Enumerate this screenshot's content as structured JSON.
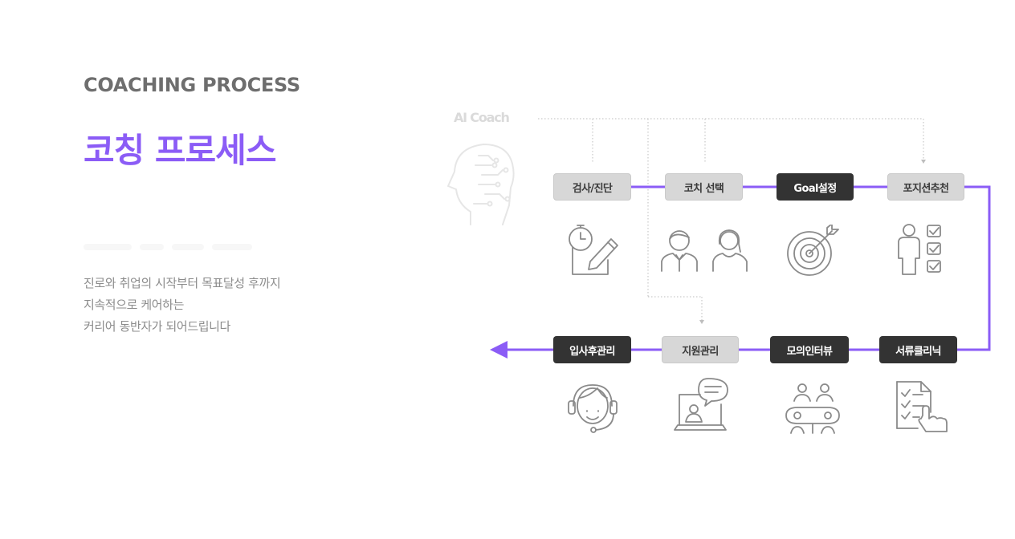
{
  "header": {
    "eyebrow": "COACHING PROCESS",
    "title": "코칭 프로세스"
  },
  "description": {
    "lines": [
      "진로와 취업의 시작부터 목표달성 후까지",
      "지속적으로 케어하는",
      "커리어 동반자가 되어드립니다"
    ]
  },
  "diagram": {
    "ai_label": "AI Coach",
    "accent_color": "#8b5cf6",
    "top_row": [
      {
        "label": "검사/진단",
        "style": "light",
        "icon": "stopwatch-pencil-icon"
      },
      {
        "label": "코치 선택",
        "style": "light",
        "icon": "coaches-icon"
      },
      {
        "label": "Goal설정",
        "style": "dark",
        "icon": "target-icon"
      },
      {
        "label": "포지션추천",
        "style": "light",
        "icon": "person-checklist-icon"
      }
    ],
    "bottom_row": [
      {
        "label": "입사후관리",
        "style": "dark",
        "icon": "headset-icon"
      },
      {
        "label": "지원관리",
        "style": "light",
        "icon": "chat-monitor-icon"
      },
      {
        "label": "모의인터뷰",
        "style": "dark",
        "icon": "meeting-table-icon"
      },
      {
        "label": "서류클리닉",
        "style": "dark",
        "icon": "document-hand-icon"
      }
    ]
  }
}
